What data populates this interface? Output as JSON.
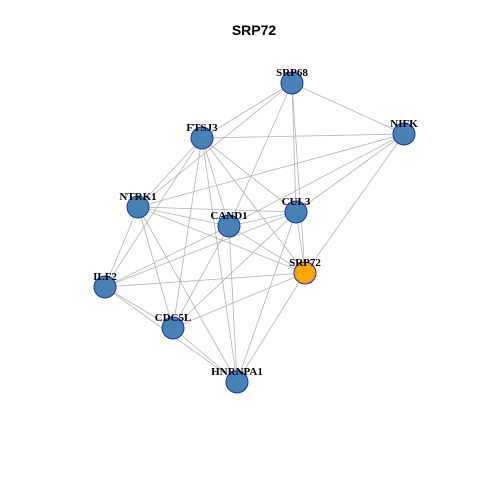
{
  "title": "SRP72",
  "colors": {
    "default_node": "#4682b4",
    "highlight_node": "#ffa500",
    "node_border": "#1a2fb8",
    "edge": "#b3b3b3"
  },
  "nodes": [
    {
      "id": "SRP68",
      "label": "SRP68",
      "highlight": false
    },
    {
      "id": "FTSJ3",
      "label": "FTSJ3",
      "highlight": false
    },
    {
      "id": "NIFK",
      "label": "NIFK",
      "highlight": false
    },
    {
      "id": "NTRK1",
      "label": "NTRK1",
      "highlight": false
    },
    {
      "id": "CAND1",
      "label": "CAND1",
      "highlight": false
    },
    {
      "id": "CUL3",
      "label": "CUL3",
      "highlight": false
    },
    {
      "id": "SRP72",
      "label": "SRP72",
      "highlight": true
    },
    {
      "id": "ILF2",
      "label": "ILF2",
      "highlight": false
    },
    {
      "id": "CDC5L",
      "label": "CDC5L",
      "highlight": false
    },
    {
      "id": "HNRNPA1",
      "label": "HNRNPA1",
      "highlight": false
    }
  ],
  "edges": [
    [
      "SRP68",
      "FTSJ3"
    ],
    [
      "SRP68",
      "NIFK"
    ],
    [
      "SRP68",
      "NTRK1"
    ],
    [
      "SRP68",
      "CAND1"
    ],
    [
      "SRP68",
      "CUL3"
    ],
    [
      "SRP68",
      "SRP72"
    ],
    [
      "FTSJ3",
      "NIFK"
    ],
    [
      "FTSJ3",
      "NTRK1"
    ],
    [
      "FTSJ3",
      "CAND1"
    ],
    [
      "FTSJ3",
      "CUL3"
    ],
    [
      "FTSJ3",
      "SRP72"
    ],
    [
      "FTSJ3",
      "ILF2"
    ],
    [
      "FTSJ3",
      "CDC5L"
    ],
    [
      "FTSJ3",
      "HNRNPA1"
    ],
    [
      "NIFK",
      "NTRK1"
    ],
    [
      "NIFK",
      "CUL3"
    ],
    [
      "NIFK",
      "SRP72"
    ],
    [
      "NIFK",
      "CAND1"
    ],
    [
      "NTRK1",
      "CAND1"
    ],
    [
      "NTRK1",
      "CUL3"
    ],
    [
      "NTRK1",
      "SRP72"
    ],
    [
      "NTRK1",
      "ILF2"
    ],
    [
      "NTRK1",
      "CDC5L"
    ],
    [
      "NTRK1",
      "HNRNPA1"
    ],
    [
      "CAND1",
      "CUL3"
    ],
    [
      "CAND1",
      "SRP72"
    ],
    [
      "CAND1",
      "ILF2"
    ],
    [
      "CAND1",
      "CDC5L"
    ],
    [
      "CAND1",
      "HNRNPA1"
    ],
    [
      "CUL3",
      "SRP72"
    ],
    [
      "CUL3",
      "ILF2"
    ],
    [
      "CUL3",
      "CDC5L"
    ],
    [
      "CUL3",
      "HNRNPA1"
    ],
    [
      "SRP72",
      "ILF2"
    ],
    [
      "SRP72",
      "CDC5L"
    ],
    [
      "SRP72",
      "HNRNPA1"
    ],
    [
      "ILF2",
      "CDC5L"
    ],
    [
      "ILF2",
      "HNRNPA1"
    ],
    [
      "CDC5L",
      "HNRNPA1"
    ]
  ]
}
